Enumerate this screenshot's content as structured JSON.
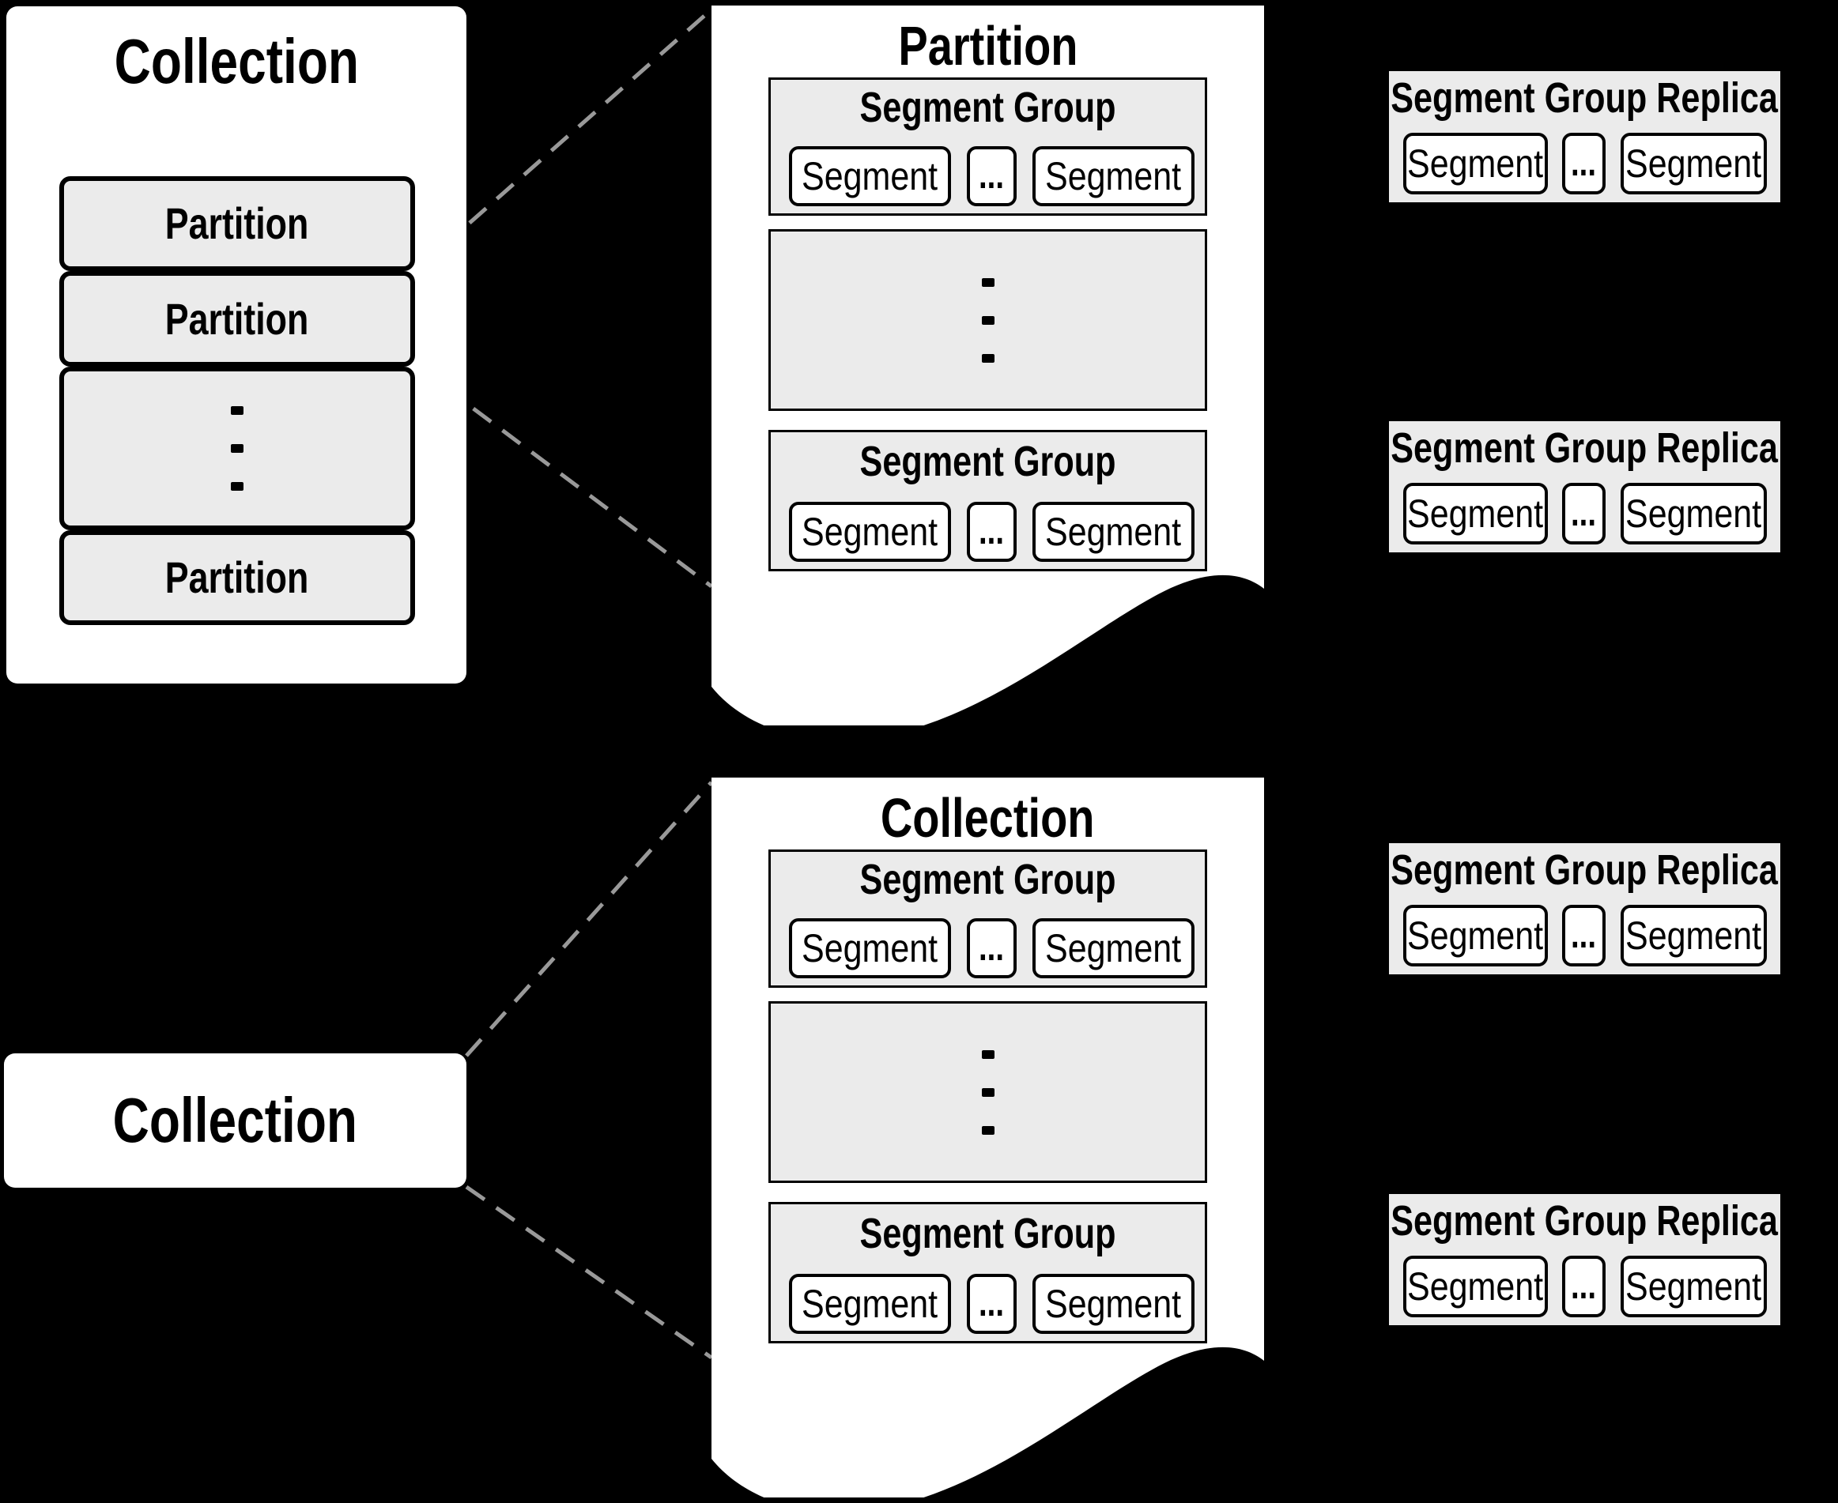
{
  "colors": {
    "background": "#000000",
    "paper": "#ffffff",
    "box_fill": "#ebebeb",
    "border": "#000000",
    "dashed_line": "#999999"
  },
  "left_collection": {
    "title": "Collection",
    "partition_labels": [
      "Partition",
      "Partition",
      "Partition"
    ]
  },
  "collection_label": {
    "title": "Collection"
  },
  "pages": [
    {
      "title": "Partition",
      "segment_groups": [
        {
          "title": "Segment Group",
          "segments": [
            "Segment",
            "Segment"
          ],
          "ellipsis": "..."
        },
        {
          "title": "Segment Group",
          "segments": [
            "Segment",
            "Segment"
          ],
          "ellipsis": "..."
        }
      ]
    },
    {
      "title": "Collection",
      "segment_groups": [
        {
          "title": "Segment Group",
          "segments": [
            "Segment",
            "Segment"
          ],
          "ellipsis": "..."
        },
        {
          "title": "Segment Group",
          "segments": [
            "Segment",
            "Segment"
          ],
          "ellipsis": "..."
        }
      ]
    }
  ],
  "replicas": [
    {
      "title": "Segment Group Replica",
      "segments": [
        "Segment",
        "Segment"
      ],
      "ellipsis": "..."
    },
    {
      "title": "Segment Group Replica",
      "segments": [
        "Segment",
        "Segment"
      ],
      "ellipsis": "..."
    },
    {
      "title": "Segment Group Replica",
      "segments": [
        "Segment",
        "Segment"
      ],
      "ellipsis": "..."
    },
    {
      "title": "Segment Group Replica",
      "segments": [
        "Segment",
        "Segment"
      ],
      "ellipsis": "..."
    }
  ]
}
